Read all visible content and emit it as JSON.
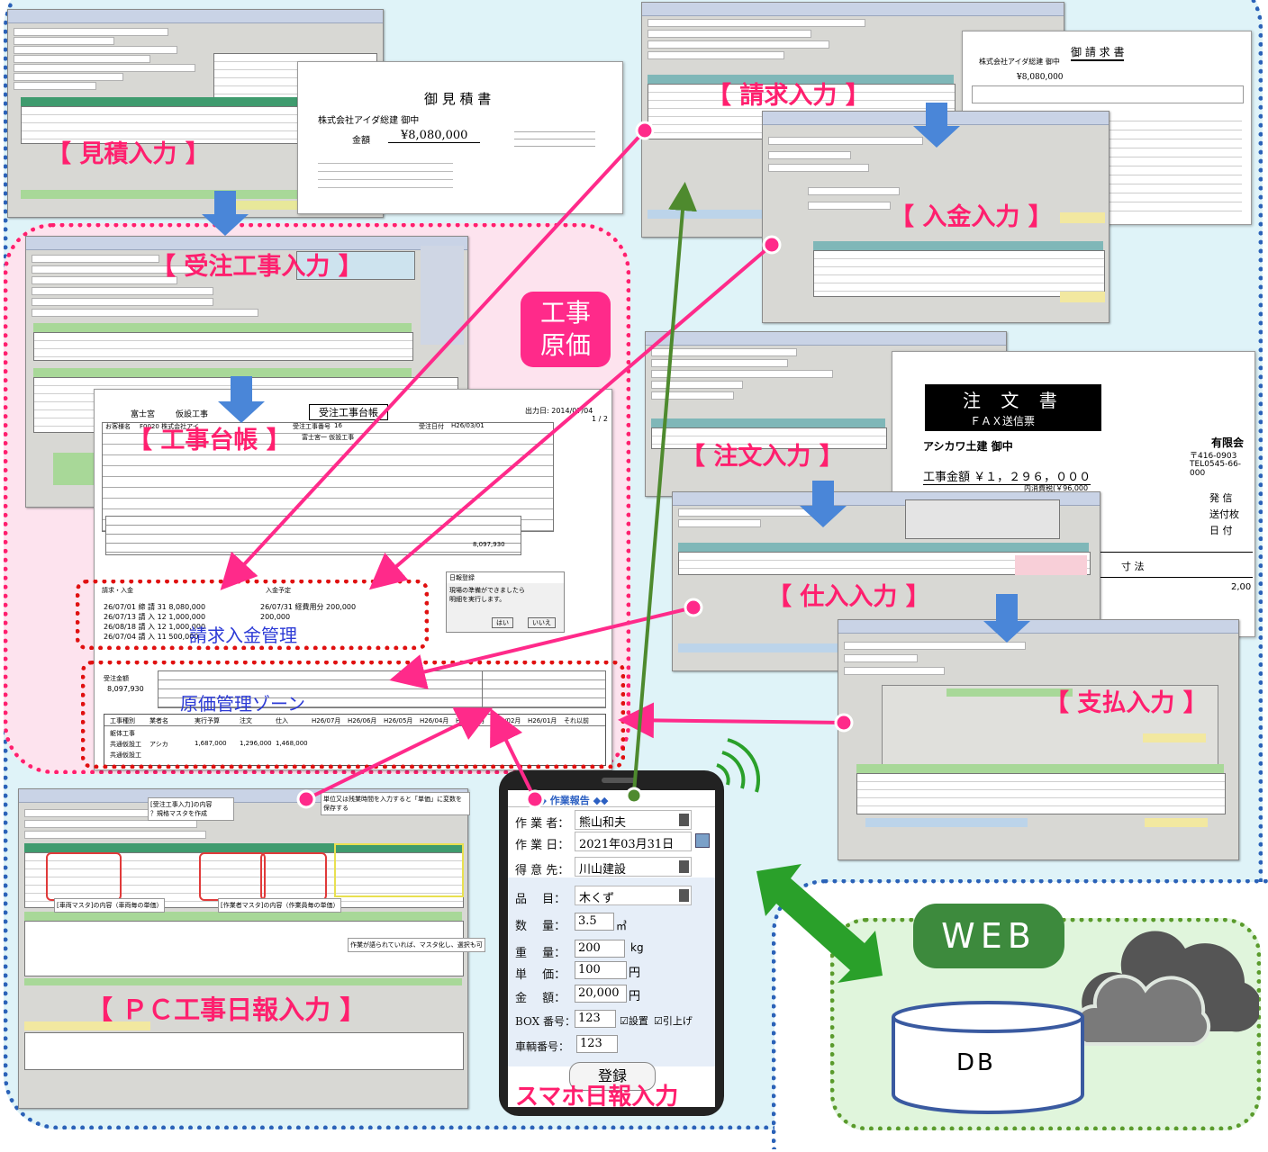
{
  "labels": {
    "mitsumori": "【 見積入力 】",
    "juchu": "【 受注工事入力 】",
    "daicho": "【 工事台帳 】",
    "seikyu": "【 請求入力 】",
    "nyukin": "【 入金入力 】",
    "chumon": "【 注文入力 】",
    "shiire": "【 仕入入力 】",
    "shiharai": "【 支払入力 】",
    "pc_nippo": "【 ＰＣ工事日報入力 】",
    "smartphone": "スマホ日報入力",
    "koji_genka": "工事原価",
    "seikyu_nyukin_kanri": "請求入金管理",
    "genka_kanri_zone": "原価管理ゾーン",
    "web": "WEB",
    "db": "DB"
  },
  "mitsumori_doc": {
    "title": "御 見 積 書",
    "client": "株式会社アイダ総建 御中",
    "amount_label": "金額",
    "amount": "¥8,080,000"
  },
  "seikyu_doc": {
    "title": "御 請 求 書",
    "client": "株式会社アイダ総建 御中",
    "amount": "¥8,080,000"
  },
  "chumon_doc": {
    "title": "注 文 書",
    "subtitle": "ＦＡＸ送信票",
    "client": "アシカワ土建 御中",
    "company": "有限会",
    "postal": "〒416-0903",
    "tel": "TEL0545-66-000",
    "amount": "工事金額 ￥１，２９６，０００",
    "tax": "内消費税(￥96,000",
    "sender": "発 信",
    "pages": "送付枚",
    "date": "日 付",
    "size": "寸 法",
    "num": "2,00"
  },
  "daicho": {
    "date": "出力日: 2014/07/04",
    "page": "1 / 2",
    "office": "富士宮",
    "site": "仮設工事",
    "title": "受注工事台帳",
    "customer_label": "お客様名",
    "customer": "F0020 株式会社アイ",
    "order_no_label": "受注工事番号",
    "order_no": "16",
    "order_date_label": "受注日付",
    "order_date": "H26/03/01",
    "koji_name": "富士宮一 仮設工事",
    "total": "8,097,930",
    "seikyu_header": "請求・入金",
    "nyukin_header": "入金予定",
    "seikyu_rows": [
      [
        "26/07/01",
        "締 請",
        "31",
        "8,080,000"
      ],
      [
        "26/07/13",
        "請 入",
        "12",
        "1,000,000"
      ],
      [
        "26/08/18",
        "請 入",
        "12",
        "1,000,000"
      ],
      [
        "26/07/04",
        "請 入",
        "11",
        "500,000"
      ]
    ],
    "nyukin_rows": [
      [
        "26/07/31",
        "経費用分",
        "200,000"
      ],
      [
        "",
        "",
        "200,000"
      ]
    ],
    "genka_header": "受注金額",
    "genka_amount": "8,097,930",
    "gyosha_cols": [
      "工事種別",
      "業者名",
      "実行予算",
      "注文",
      "仕入"
    ],
    "gyosha_rows": [
      [
        "躯体工事",
        "",
        "",
        "",
        ""
      ],
      [
        "共通仮設工",
        "アシカ",
        "1,687,000",
        "1,296,000",
        "1,468,000"
      ],
      [
        "共通仮設工",
        "",
        "",
        "",
        ""
      ]
    ],
    "month_cols": [
      "H26/07月",
      "H26/06月",
      "H26/05月",
      "H26/04月",
      "H26/03月",
      "H26/02月",
      "H26/01月",
      "それ以前"
    ],
    "dialog_title": "日報登録",
    "dialog_text": "現場の準備ができましたら\n明細を実行します。",
    "dialog_ok": "はい",
    "dialog_cancel": "いいえ"
  },
  "phone": {
    "header": "◆◆ 作業報告 ◆◆",
    "fields": [
      {
        "label": "作 業 者：",
        "value": "熊山和夫"
      },
      {
        "label": "作 業 日：",
        "value": "2021年03月31日"
      },
      {
        "label": "得 意 先：",
        "value": "川山建設"
      },
      {
        "label": "品　 目：",
        "value": "木くず"
      }
    ],
    "qty_label": "数　 量：",
    "qty_value": "3.5",
    "qty_unit": "㎥",
    "weight_label": "重　 量：",
    "weight_value": "200",
    "weight_unit": "kg",
    "price_label": "単　 価：",
    "price_value": "100",
    "price_unit": "円",
    "amount_label": "金　 額：",
    "amount_value": "20,000",
    "amount_unit": "円",
    "box_label": "BOX 番号：",
    "box_value": "123",
    "setchi": "☑設置",
    "hikiage": "☑引上げ",
    "car_label": "車輌番号：",
    "car_value": "123",
    "submit": "登録"
  },
  "pc_nippo_notes": {
    "note1": "単位又は残業時間を入力すると「単価」に変数を保存する",
    "note2": "[受注工事入力]の内容\n？規格マスタを作成",
    "note3": "[車両マスタ]の内容（車両毎の単価）",
    "note4": "[作業者マスタ]の内容（作業員毎の単価）",
    "note5": "作業が語られていれば、マスタ化し、選択も可"
  },
  "colors": {
    "accent_pink": "#ff1f6e",
    "arrow_blue": "#4a86d8",
    "arrow_green": "#4e8a2e",
    "region_blue": "#2b62b8",
    "region_green": "#5a9b2c",
    "zone_blue": "#2d3bd6"
  }
}
